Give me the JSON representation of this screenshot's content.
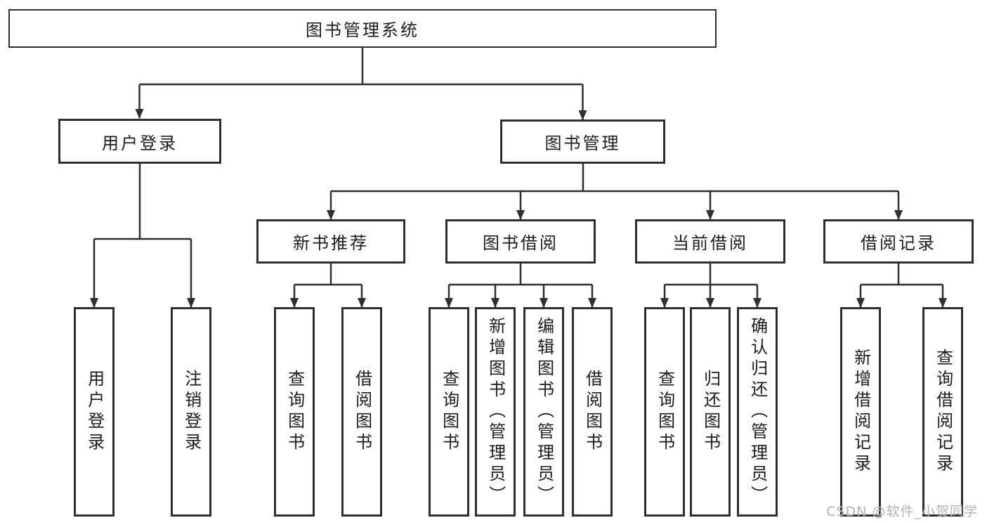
{
  "nodes": {
    "root": "图书管理系统",
    "user_login": "用户登录",
    "book_mgmt": "图书管理",
    "new_book_rec": "新书推荐",
    "book_borrow": "图书借阅",
    "current_borrow": "当前借阅",
    "borrow_records": "借阅记录",
    "leaf_user_login": "用户登录",
    "leaf_logout": "注销登录",
    "leaf_query_books_rec": "查询图书",
    "leaf_borrow_books_rec": "借阅图书",
    "leaf_query_books_borrow": "查询图书",
    "leaf_add_books_admin": "新增图书（管理员）",
    "leaf_edit_books_admin": "编辑图书（管理员）",
    "leaf_borrow_books_borrow": "借阅图书",
    "leaf_query_books_current": "查询图书",
    "leaf_return_books": "归还图书",
    "leaf_confirm_return_admin": "确认归还（管理员）",
    "leaf_add_borrow_record": "新增借阅记录",
    "leaf_query_borrow_record": "查询借阅记录"
  },
  "hierarchy": {
    "图书管理系统": [
      "用户登录",
      "图书管理"
    ],
    "用户登录": [
      "用户登录",
      "注销登录"
    ],
    "图书管理": [
      "新书推荐",
      "图书借阅",
      "当前借阅",
      "借阅记录"
    ],
    "新书推荐": [
      "查询图书",
      "借阅图书"
    ],
    "图书借阅": [
      "查询图书",
      "新增图书（管理员）",
      "编辑图书（管理员）",
      "借阅图书"
    ],
    "当前借阅": [
      "查询图书",
      "归还图书",
      "确认归还（管理员）"
    ],
    "借阅记录": [
      "新增借阅记录",
      "查询借阅记录"
    ]
  },
  "colors": {
    "line": "#2f2f2f",
    "text": "#1c1c1c",
    "background": "#ffffff",
    "watermark": "#b3b3b3"
  },
  "watermark": "CSDN @软件_小贺同学"
}
